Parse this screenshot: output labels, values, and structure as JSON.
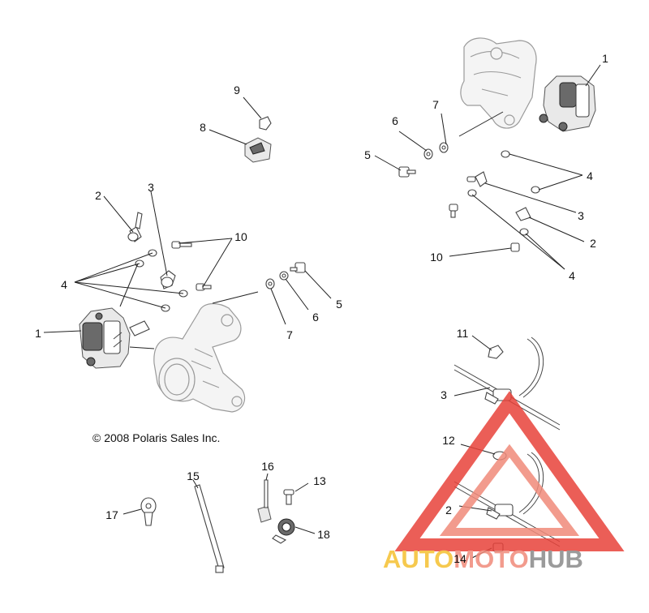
{
  "copyright": "© 2008 Polaris Sales Inc.",
  "callouts": {
    "left_1": "1",
    "left_2": "2",
    "left_3": "3",
    "left_4": "4",
    "left_5": "5",
    "left_6": "6",
    "left_7": "7",
    "left_8": "8",
    "left_9": "9",
    "left_10": "10",
    "right_1": "1",
    "right_2": "2",
    "right_3": "3",
    "right_4a": "4",
    "right_4b": "4",
    "right_5": "5",
    "right_6": "6",
    "right_7": "7",
    "right_10": "10",
    "c11": "11",
    "c3": "3",
    "c12": "12",
    "c2": "2",
    "c14": "14",
    "c13": "13",
    "c15": "15",
    "c16": "16",
    "c17": "17",
    "c18": "18"
  },
  "watermark": {
    "part_1": "AUTO",
    "part_2": "MOTO",
    "part_3": "HUB",
    "color_1": "#f5c030",
    "color_2": "#f08a7a",
    "color_3": "#8a8a8a",
    "triangle_color": "#e8423a"
  }
}
